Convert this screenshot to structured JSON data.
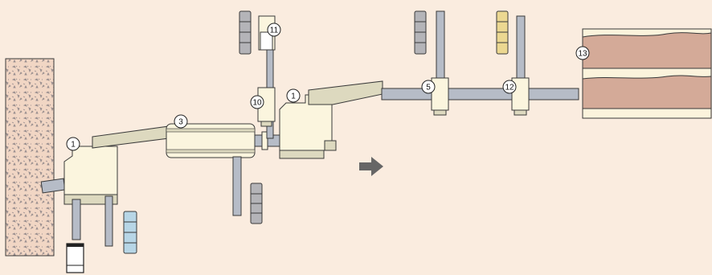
{
  "diagram": {
    "palette": {
      "background": "#faecdf",
      "machine_fill": "#fbf5de",
      "machine_shadow": "#ddd9bf",
      "pipe_fill": "#b6bcc7",
      "outline": "#3a3a3a",
      "ore_fill": "#f1d6c4",
      "ore_speckle": "#9a8f8f",
      "product_bed": "#d4aa98",
      "product_frame": "#fbf3dc",
      "bin_blue": "#b7d6e6",
      "bin_gold": "#ecd891",
      "bin_gray": "#b4b4b8",
      "arrow": "#666666"
    },
    "labels": [
      "1",
      "3",
      "10",
      "11",
      "1",
      "5",
      "12",
      "13"
    ]
  }
}
